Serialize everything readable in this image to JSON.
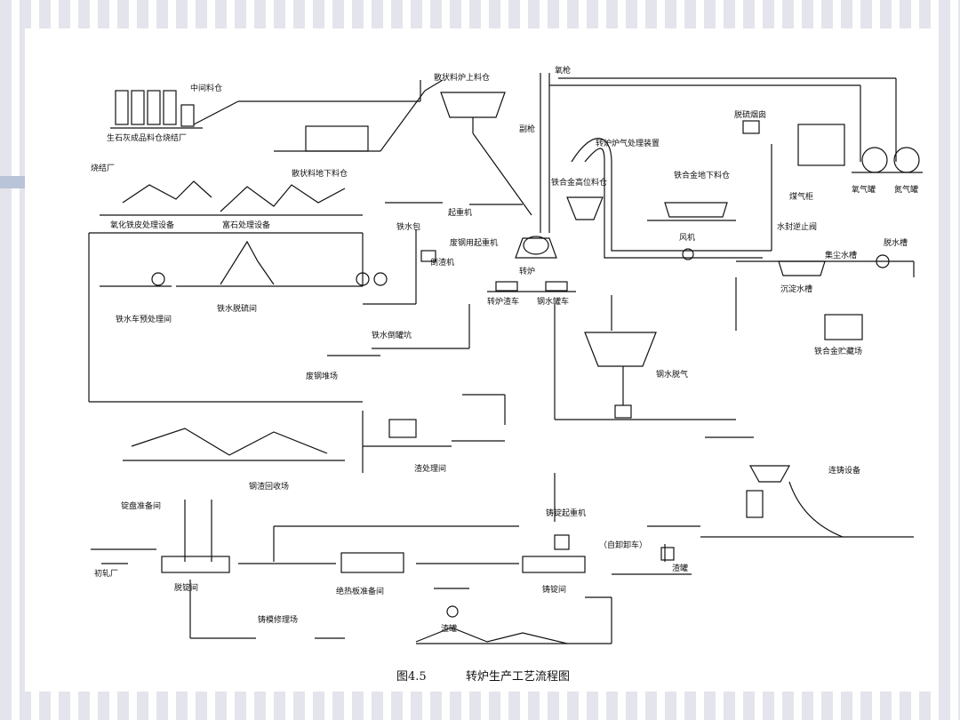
{
  "caption": {
    "figure_no": "图4.5",
    "title": "转炉生产工艺流程图"
  },
  "labels": {
    "middle_bin": "中间料仓",
    "lime_plant": "生石灰成品料仓烧结厂",
    "sinter_plant": "烧结厂",
    "bulk_top_bin": "散状料炉上料仓",
    "bulk_ground_bin": "散状料地下料仓",
    "oxide_scale": "氧化铁皮处理设备",
    "ore_treat": "富石处理设备",
    "oxygen_lance": "氧枪",
    "lance_gun": "副枪",
    "gas_recovery": "转炉炉气处理装置",
    "desulf_bin": "脱硫烟囱",
    "ferroalloy_high": "铁合金高位料仓",
    "ferroalloy_ground": "铁合金地下料仓",
    "gas_holder": "煤气柜",
    "oxygen_tank": "氧气罐",
    "nitrogen_tank": "氮气罐",
    "crane": "起重机",
    "hot_metal_ladle": "铁水包",
    "scrap_crane": "废钢用起重机",
    "tundish_car": "倒渣机",
    "converter": "转炉",
    "fan": "风机",
    "water_seal": "水封逆止阀",
    "dust_tank": "集尘水槽",
    "dewater_tank": "脱水槽",
    "settle_tank": "沉淀水槽",
    "ferroalloy_yard": "铁合金贮藏场",
    "hot_metal_pretreat": "铁水车预处理间",
    "hot_metal_mixer": "铁水脱硫间",
    "mixer_pit": "铁水倒罐坑",
    "slag_car": "转炉渣车",
    "steel_car": "钢水罐车",
    "scrap_yard": "废钢堆场",
    "degassing": "钢水脱气",
    "slag_treat": "渣处理间",
    "slag_recovery": "钢渣回收场",
    "continuous_cast": "连铸设备",
    "ingot_bay_mold": "锭盘准备间",
    "casting_crane": "铸锭起重机",
    "self_unload": "（自卸卸车）",
    "ladle": "渣罐",
    "rolling_mill": "初轧厂",
    "stripping": "脱锭间",
    "mold_prep": "绝热板准备间",
    "teeming": "铸锭间",
    "mold_repair": "铸模修理场",
    "slag_pot": "渣罐"
  },
  "colors": {
    "line": "#111111",
    "stripe": "#e4e4ec",
    "accent": "#b9c4d8"
  }
}
